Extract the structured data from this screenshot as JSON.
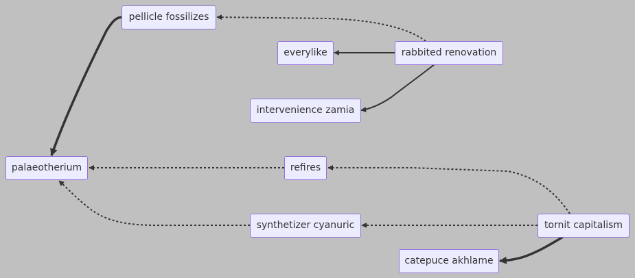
{
  "diagram": {
    "colors": {
      "background": "#c0c0c0",
      "node_fill": "#ececff",
      "node_border": "#9370db",
      "edge": "#333333",
      "text": "#333333"
    },
    "nodes": {
      "pellicle_fossilizes": "pellicle fossilizes",
      "everylike": "everylike",
      "rabbited_renovation": "rabbited renovation",
      "intervenience_zamia": "intervenience zamia",
      "palaeotherium": "palaeotherium",
      "refires": "refires",
      "synthetizer_cyanuric": "synthetizer cyanuric",
      "tornit_capitalism": "tornit capitalism",
      "catepuce_akhlame": "catepuce akhlame"
    },
    "edges": [
      {
        "from": "rabbited_renovation",
        "to": "pellicle_fossilizes",
        "style": "dotted"
      },
      {
        "from": "rabbited_renovation",
        "to": "everylike",
        "style": "solid"
      },
      {
        "from": "rabbited_renovation",
        "to": "intervenience_zamia",
        "style": "solid"
      },
      {
        "from": "pellicle_fossilizes",
        "to": "palaeotherium",
        "style": "thick"
      },
      {
        "from": "refires",
        "to": "palaeotherium",
        "style": "dotted"
      },
      {
        "from": "synthetizer_cyanuric",
        "to": "palaeotherium",
        "style": "dotted"
      },
      {
        "from": "tornit_capitalism",
        "to": "refires",
        "style": "dotted"
      },
      {
        "from": "tornit_capitalism",
        "to": "synthetizer_cyanuric",
        "style": "dotted"
      },
      {
        "from": "tornit_capitalism",
        "to": "catepuce_akhlame",
        "style": "thick"
      }
    ]
  }
}
